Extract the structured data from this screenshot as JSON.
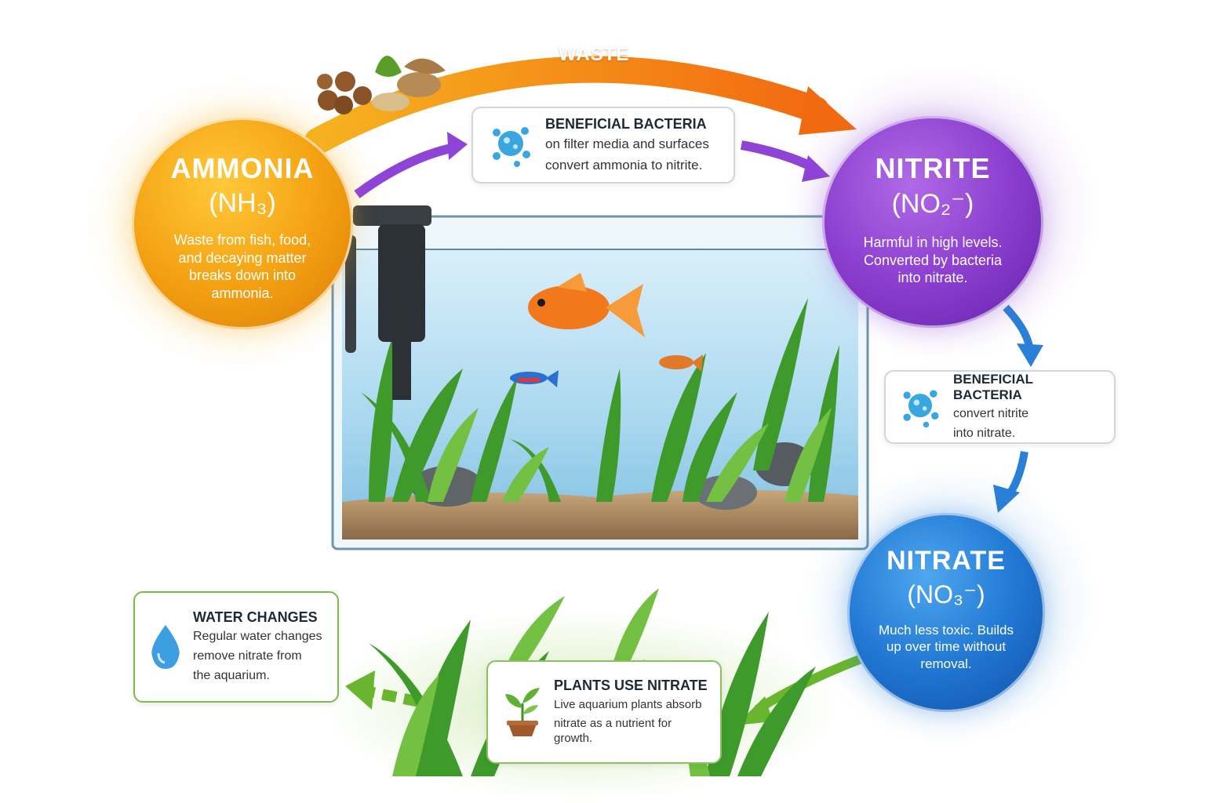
{
  "waste_label": "WASTE",
  "ammonia": {
    "title": "AMMONIA",
    "formula": "(NH₃)",
    "description": "Waste from fish, food, and decaying matter breaks down into ammonia."
  },
  "nitrite": {
    "title": "NITRITE",
    "formula": "(NO₂⁻)",
    "description": "Harmful in high levels. Converted by bacteria into nitrate."
  },
  "nitrate": {
    "title": "NITRATE",
    "formula": "(NO₃⁻)",
    "description": "Much less toxic. Builds up over time without removal."
  },
  "bacteria_box_1": {
    "title": "BENEFICIAL BACTERIA",
    "text_line1": "on filter media and surfaces",
    "text_line2": "convert ammonia to nitrite."
  },
  "bacteria_box_2": {
    "title": "BENEFICIAL BACTERIA",
    "text_line1": "convert nitrite",
    "text_line2": "into nitrate."
  },
  "water_changes": {
    "title": "WATER CHANGES",
    "text_line1": "Regular water changes",
    "text_line2": "remove nitrate from",
    "text_line3": "the aquarium."
  },
  "plants": {
    "title": "PLANTS USE NITRATE",
    "text_line1": "Live aquarium plants absorb",
    "text_line2": "nitrate as a nutrient for growth."
  },
  "colors": {
    "ammonia": "#f5a414",
    "nitrite": "#8c3fcf",
    "nitrate": "#2178d4",
    "waste_arrow": "#f58a12",
    "bacteria_arrow": "#8e44d6",
    "blue_arrow": "#2a7fd6",
    "green_arrow": "#6ab52e"
  }
}
